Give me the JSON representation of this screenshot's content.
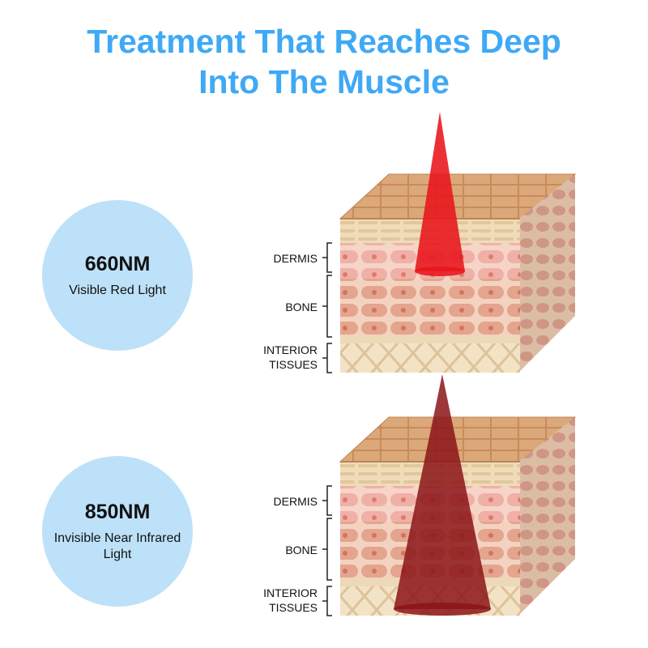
{
  "title": {
    "line1": "Treatment That Reaches Deep",
    "line2": "Into The Muscle"
  },
  "panels": [
    {
      "wavelength": "660NM",
      "description": "Visible Red Light",
      "beam_color": "#e8151b",
      "layers": {
        "dermis": "DERMIS",
        "bone": "BONE",
        "interior": "INTERIOR TISSUES"
      }
    },
    {
      "wavelength": "850NM",
      "description": "Invisible Near Infrared Light",
      "beam_color": "#8b1418",
      "layers": {
        "dermis": "DERMIS",
        "bone": "BONE",
        "interior": "INTERIOR TISSUES"
      }
    }
  ],
  "colors": {
    "title": "#3fa9f5",
    "circle": "#bde1f8",
    "skin_top": "#d9a57a",
    "cells_light": "#f0b3ad",
    "cells_dark": "#e1a58d",
    "tissue": "#f2e0c0"
  }
}
